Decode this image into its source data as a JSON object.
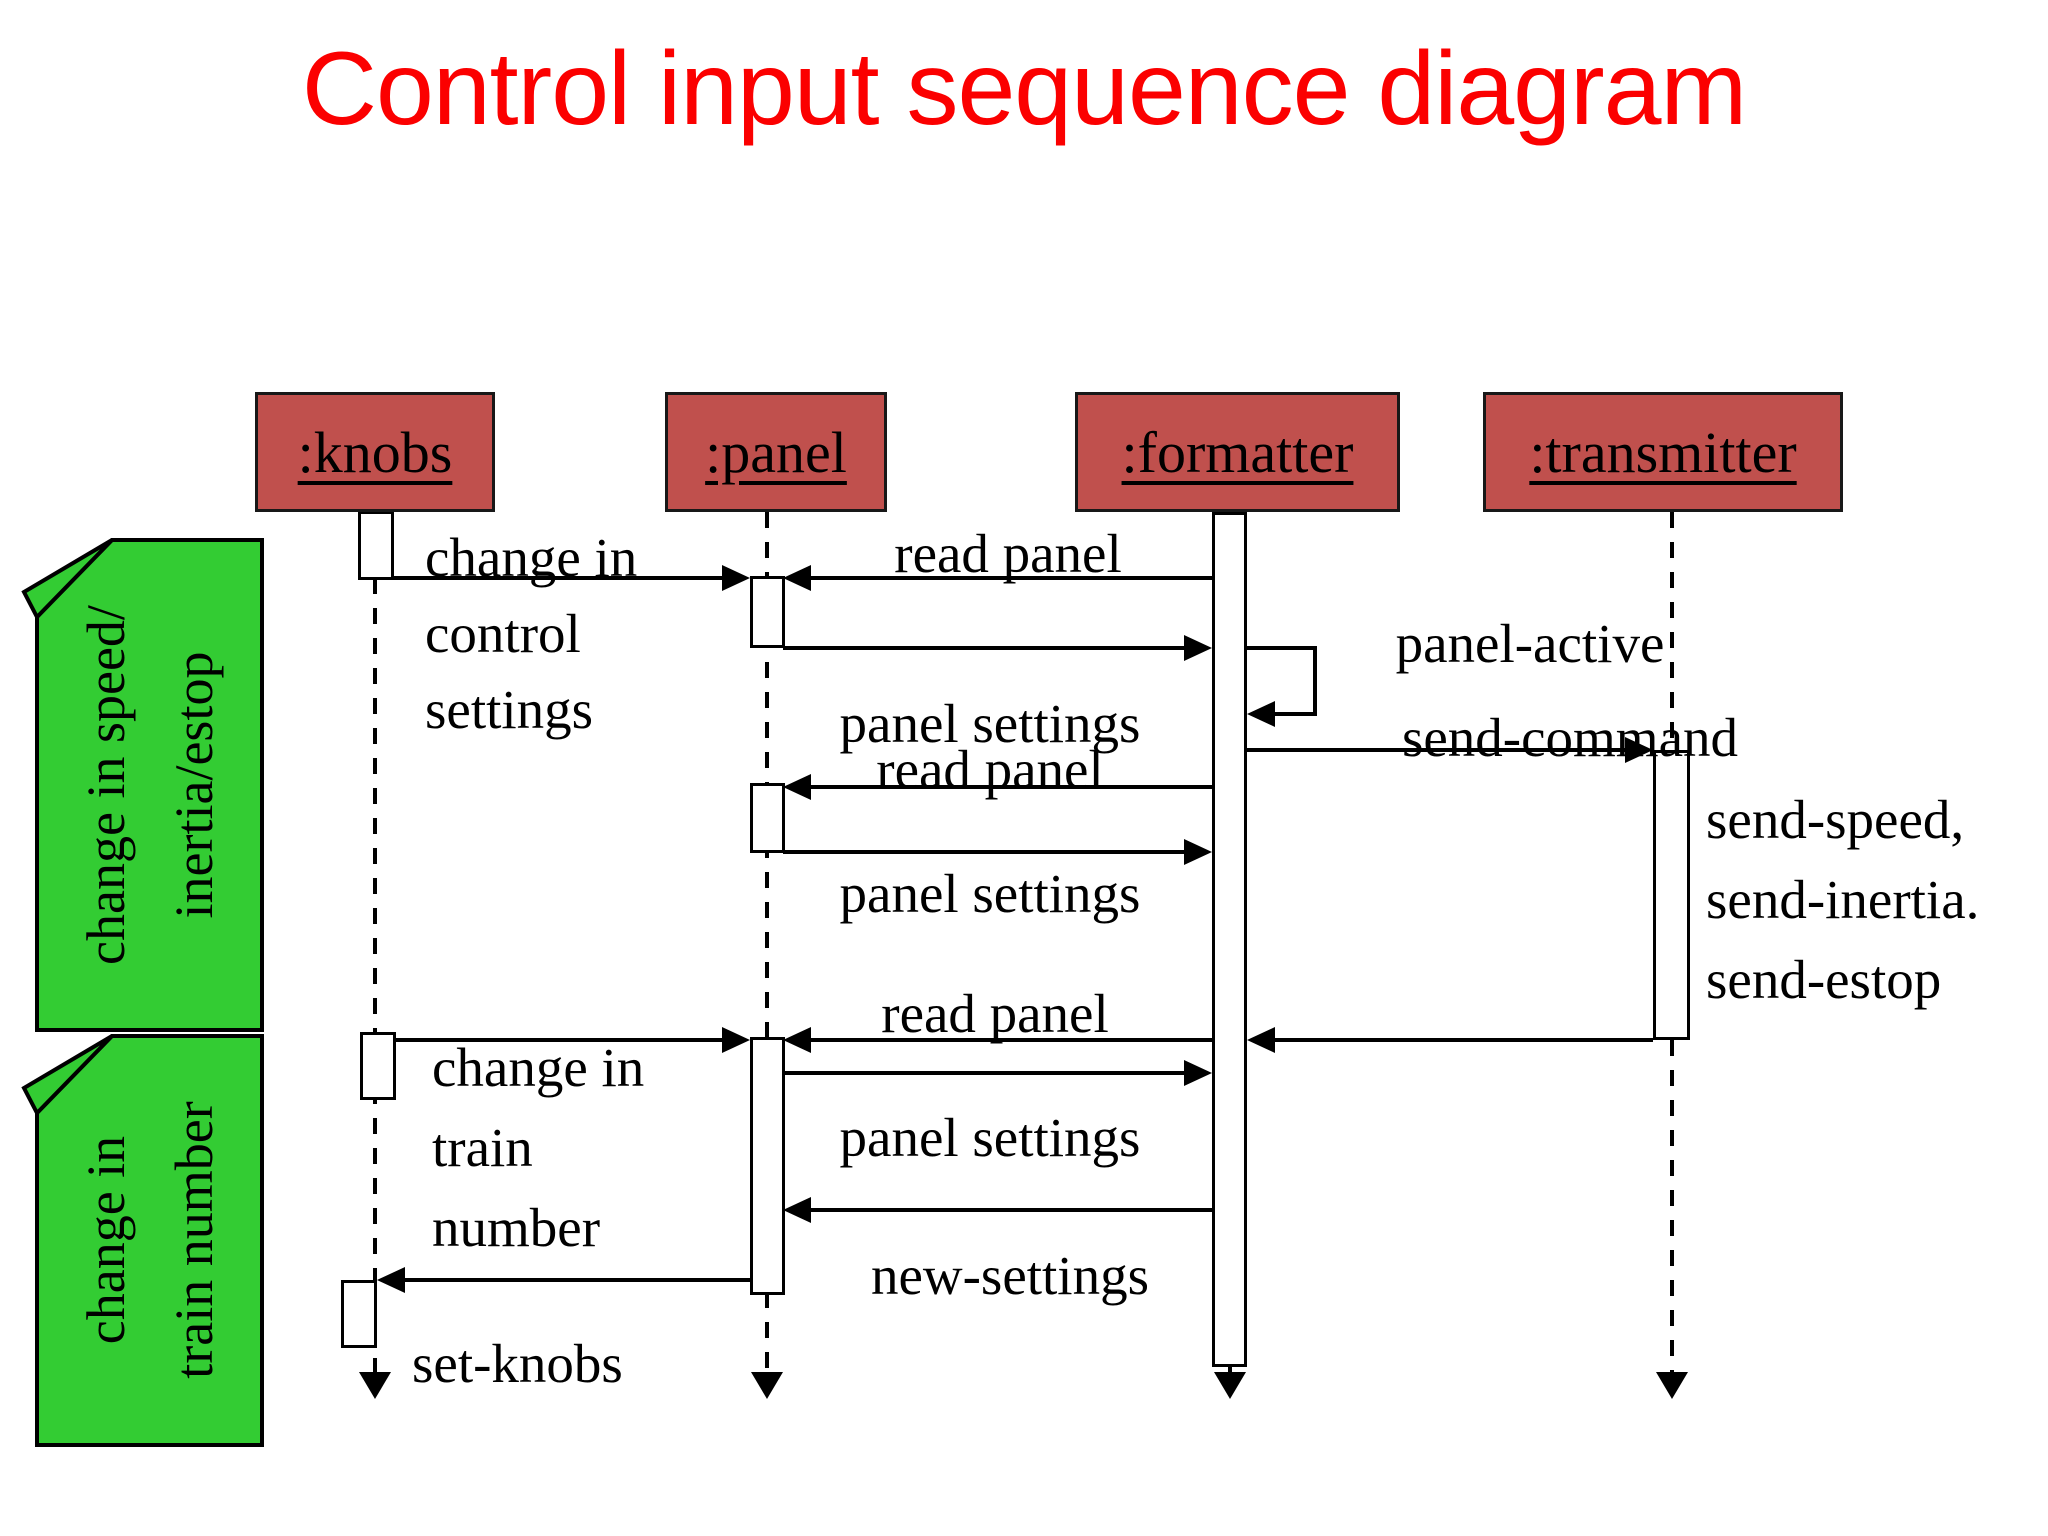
{
  "title": "Control input sequence diagram",
  "colors": {
    "title": "#fb0000",
    "head_fill": "#c0504d",
    "head_border": "#181818",
    "note_fill": "#33cc33",
    "line": "#000000"
  },
  "lifelines": [
    {
      "id": "knobs",
      "label": ":knobs"
    },
    {
      "id": "panel",
      "label": ":panel"
    },
    {
      "id": "formatter",
      "label": ":formatter"
    },
    {
      "id": "transmitter",
      "label": ":transmitter"
    }
  ],
  "notes": [
    {
      "text": "change in speed/\ninertia/estop"
    },
    {
      "text": "change in\ntrain number"
    }
  ],
  "messages": {
    "change_control": "change in\ncontrol\nsettings",
    "read_panel_1": "read panel",
    "panel_settings_1": "panel settings",
    "panel_active": "panel-active",
    "send_command": "send-command",
    "read_panel_2": "read panel",
    "panel_settings_2": "panel settings",
    "send_list": "send-speed,\nsend-inertia.\nsend-estop",
    "read_panel_3": "read panel",
    "change_train": "change in\ntrain\nnumber",
    "panel_settings_3": "panel settings",
    "new_settings": "new-settings",
    "set_knobs": "set-knobs"
  }
}
